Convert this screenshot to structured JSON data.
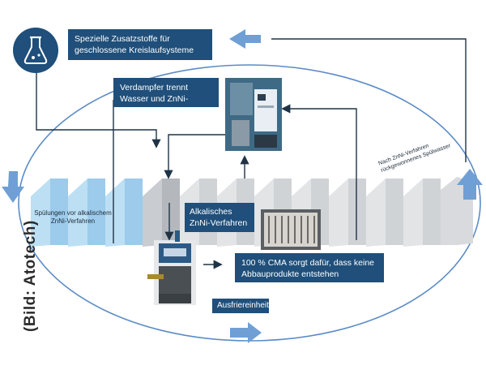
{
  "boxes": {
    "additives": "Spezielle Zusatzstoffe für geschlossene Kreislaufsysteme",
    "evaporator": "Verdampfer trennt Wasser und ZnNi-Lösung",
    "process": "Alkalisches ZnNi-Verfahren",
    "cma": "100 % CMA sorgt dafür, dass keine Abbauprodukte entstehen",
    "freeze": "Ausfriereinheit"
  },
  "labels": {
    "rinse_before": "Spülungen vor alkalischem ZnNi-Verfahren",
    "rinse_after": "Nach ZnNi-Verfahren rückgewonnenes Spülwasser"
  },
  "credit": "(Bild: Atotech)",
  "icons": {
    "flask": "flask-icon"
  },
  "colors": {
    "dark_blue": "#1f4f7a",
    "light_blue_arrow": "#6f9fd4",
    "tank_blue": "#9ccbeb",
    "tank_gray": "#d6d9dc",
    "cycle_line": "#5b8cc6"
  }
}
